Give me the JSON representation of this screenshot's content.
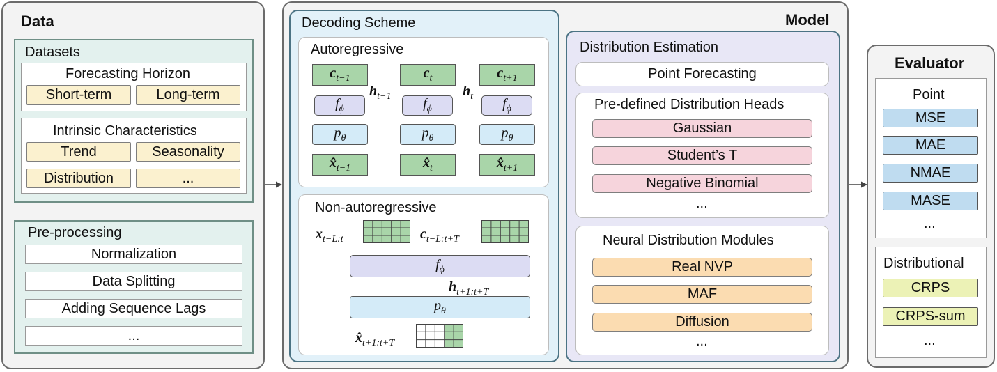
{
  "data_panel": {
    "title": "Data",
    "datasets": {
      "title": "Datasets",
      "horizon": {
        "title": "Forecasting Horizon",
        "items": [
          "Short-term",
          "Long-term"
        ]
      },
      "intrinsic": {
        "title": "Intrinsic Characteristics",
        "items": [
          "Trend",
          "Seasonality",
          "Distribution",
          "..."
        ]
      }
    },
    "preprocessing": {
      "title": "Pre-processing",
      "items": [
        "Normalization",
        "Data Splitting",
        "Adding Sequence Lags",
        "..."
      ]
    }
  },
  "model_panel": {
    "title": "Model",
    "decoding": {
      "title": "Decoding Scheme",
      "autoregressive": {
        "title": "Autoregressive",
        "c_labels": [
          "c",
          "c",
          "c"
        ],
        "c_subs": [
          "t−1",
          "t",
          "t+1"
        ],
        "f_label": "f",
        "f_sub": "ϕ",
        "p_label": "p",
        "p_sub": "θ",
        "x_labels": [
          "x̂",
          "x̂",
          "x̂"
        ],
        "x_subs": [
          "t−1",
          "t",
          "t+1"
        ],
        "h_labels": [
          "h",
          "h"
        ],
        "h_subs": [
          "t−1",
          "t"
        ]
      },
      "non_autoregressive": {
        "title": "Non-autoregressive",
        "x_input": "x",
        "x_input_sub": "t−L:t",
        "c_input": "c",
        "c_input_sub": "t−L:t+T",
        "f_label": "f",
        "f_sub": "ϕ",
        "h_label": "h",
        "h_sub": "t+1:t+T",
        "p_label": "p",
        "p_sub": "θ",
        "x_output": "x̂",
        "x_output_sub": "t+1:t+T"
      }
    },
    "distribution": {
      "title": "Distribution Estimation",
      "point": "Point Forecasting",
      "predefined": {
        "title": "Pre-defined Distribution Heads",
        "items": [
          "Gaussian",
          "Student’s T",
          "Negative Binomial"
        ],
        "more": "..."
      },
      "neural": {
        "title": "Neural Distribution Modules",
        "items": [
          "Real NVP",
          "MAF",
          "Diffusion"
        ],
        "more": "..."
      }
    }
  },
  "evaluator_panel": {
    "title": "Evaluator",
    "point": {
      "title": "Point",
      "items": [
        "MSE",
        "MAE",
        "NMAE",
        "MASE"
      ],
      "more": "..."
    },
    "distributional": {
      "title": "Distributional",
      "items": [
        "CRPS",
        "CRPS-sum"
      ],
      "more": "..."
    }
  },
  "colors": {
    "panel_bg": "#f3f3f3",
    "teal_bg": "#e3f1ee",
    "blue_bg": "#e2f1f9",
    "purple_bg": "#e8e7f6",
    "yellow": "#fbf1cf",
    "pink": "#f6d4dc",
    "orange": "#fbdcb1",
    "metric_blue": "#bfdcf0",
    "metric_green": "#ecf2b6",
    "token_green": "#a9d5a9"
  }
}
